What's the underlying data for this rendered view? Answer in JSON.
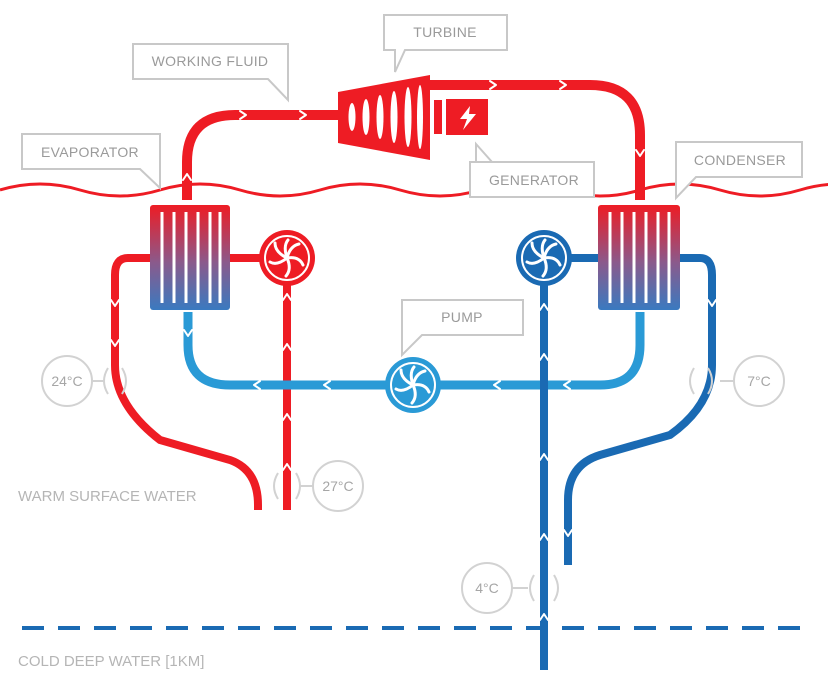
{
  "labels": {
    "turbine": "TURBINE",
    "working_fluid": "WORKING FLUID",
    "evaporator": "EVAPORATOR",
    "condenser": "CONDENSER",
    "generator": "GENERATOR",
    "pump": "PUMP"
  },
  "temperatures": {
    "evaporator_outlet": "24°C",
    "warm_intake": "27°C",
    "condenser_outlet": "7°C",
    "cold_intake": "4°C"
  },
  "zones": {
    "warm_surface": "WARM SURFACE WATER",
    "cold_deep": "COLD DEEP WATER [1KM]"
  },
  "colors": {
    "warm": "#ee1c24",
    "cold": "#1a6ab3",
    "cold_light": "#2a9ad6",
    "callout": "#c8c8c8",
    "text": "#9a9a9a"
  },
  "icons": [
    "lightning-icon"
  ]
}
